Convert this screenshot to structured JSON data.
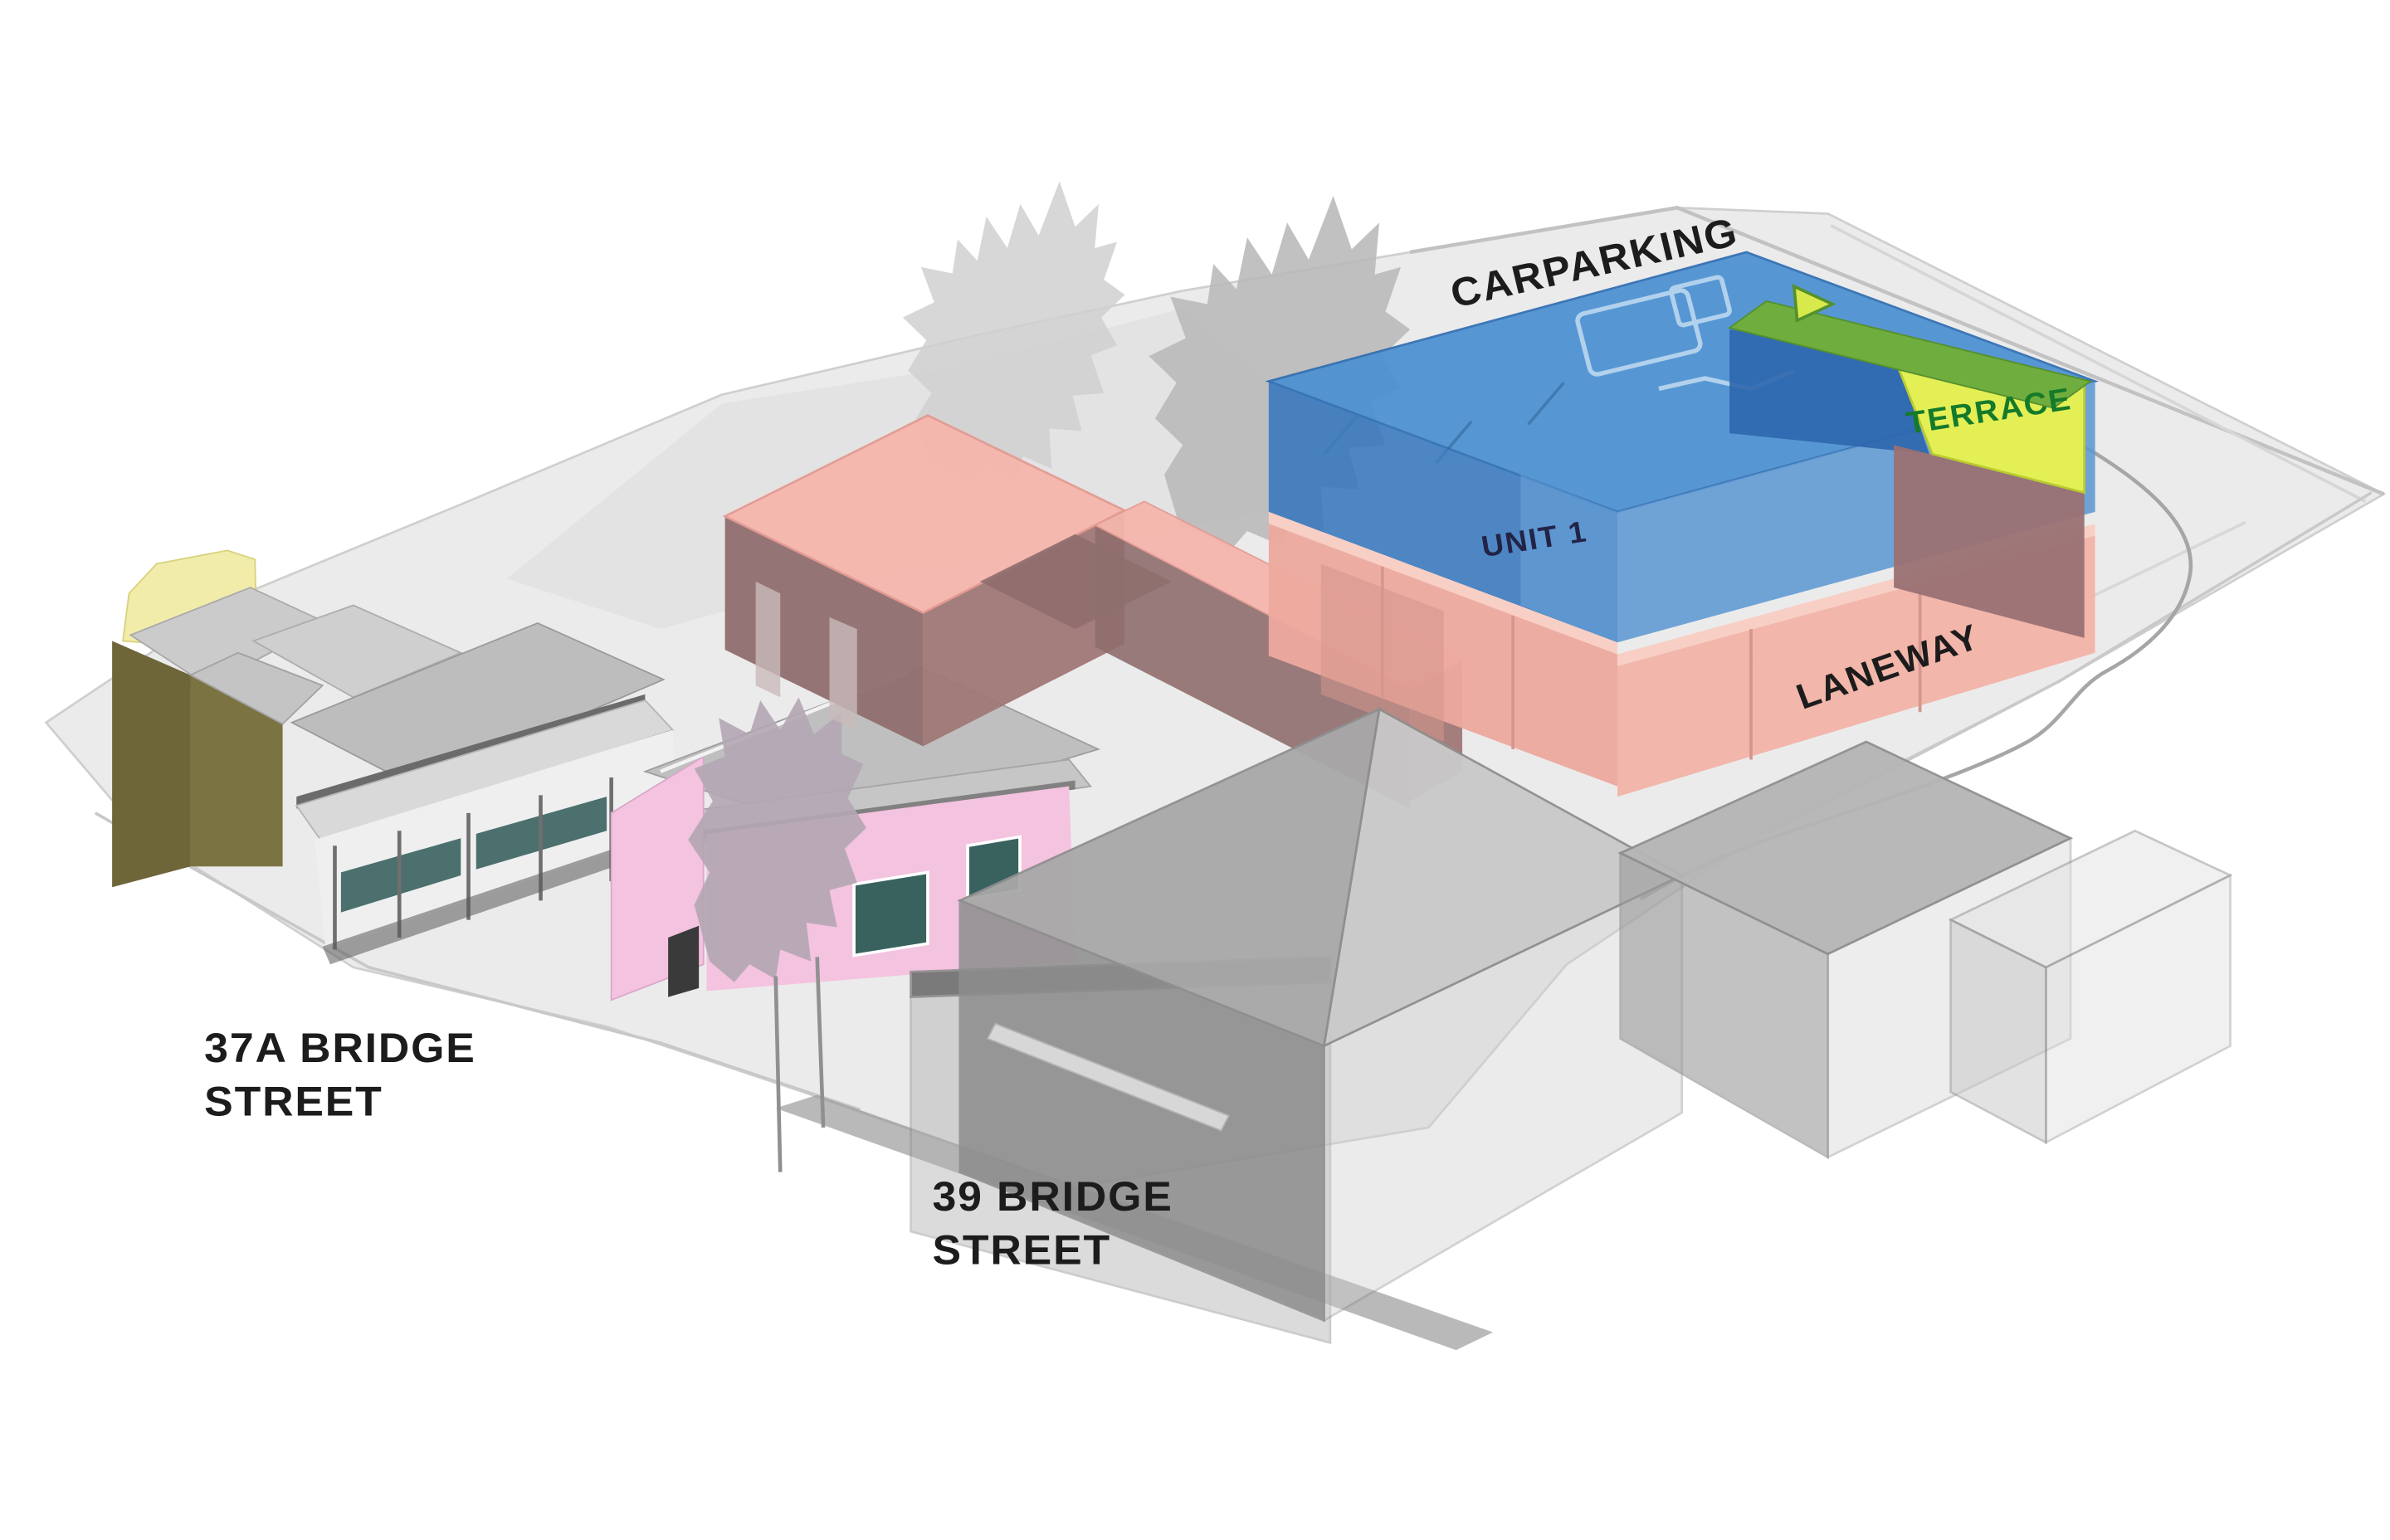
{
  "diagram": {
    "type": "axonometric-site-massing-diagram",
    "labels": {
      "carparking": "CARPARKING",
      "unit1": "UNIT 1",
      "terrace": "TERRACE",
      "laneway": "LANEWAY",
      "address_37a": {
        "line1": "37A BRIDGE",
        "line2": "STREET"
      },
      "address_39": {
        "line1": "39 BRIDGE",
        "line2": "STREET"
      }
    },
    "colors": {
      "background": "#ffffff",
      "ground": "#ebebeb",
      "ground_edge": "#c9c9c9",
      "rear_yard_wash": "#e0e0e0",
      "carpark_blue_top": "#4a90d2",
      "carpark_blue_left": "#3878bd",
      "carpark_blue_right": "#5d99d3",
      "carpark_blue_dark": "#2d66ad",
      "carpark_sketch_blue": "#bcd8ef",
      "unit_pink": "#eda99e",
      "unit_pink_light": "#f2b3a8",
      "unit_pink_top": "#f8cfc5",
      "unit_pink_shadow": "#d5968d",
      "massing_salmon_top": "#f5b6ad",
      "massing_maroon": "#8f6e6e",
      "massing_maroon_light": "#a07876",
      "terrace_chartreuse": "#e3ef55",
      "terrace_green_roof": "#6fae3e",
      "terrace_text_green": "#157a2a",
      "house_pink_wall": "#f4c3df",
      "window_teal": "#39625f",
      "olive_wall": "#6e6639",
      "olive_wall_light": "#7b7342",
      "yellow_wall": "#f1ecaa",
      "roof_gray": "#bdbdbd",
      "roof_gray_light": "#d9d9d9",
      "massing_gray": "#8d8d8d",
      "massing_gray_roof": "#a8a8a8",
      "tree_gray": "#b8b8b8",
      "tree_mauve": "#b3a6b3",
      "label_dark": "#1c1c1c",
      "unit_label_navy": "#232348"
    }
  }
}
